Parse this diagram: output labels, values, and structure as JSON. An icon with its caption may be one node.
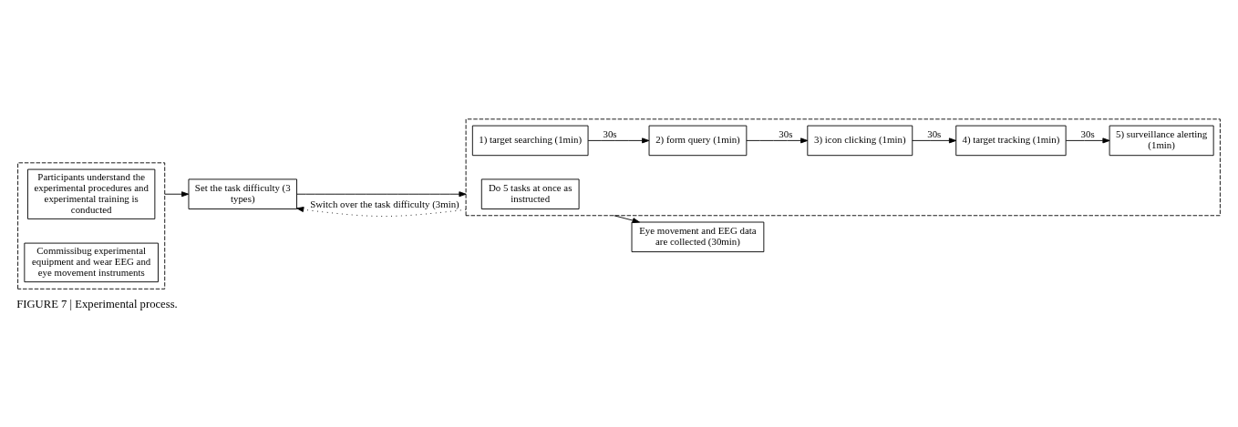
{
  "diagram": {
    "caption": "FIGURE 7 | Experimental process.",
    "nodes": [
      {
        "text": [],
        "shape": "box"
      },
      {
        "text": [
          "Participants understand the experimental procedures and experimental training is conducted"
        ],
        "in": 0
      },
      {
        "text": [
          "Commissibug experimental equipment and wear EEG and eye movement instruments"
        ],
        "in": 0
      },
      {
        "text": [
          "Set the task difficulty (3 types)"
        ]
      },
      {
        "text": [],
        "shape": "box"
      },
      {
        "text": [
          "Do 5 tasks at once as instructed"
        ],
        "in": 4
      },
      {
        "text": [
          "1) target searching (1min)"
        ],
        "in": 4
      },
      {
        "text": [
          "2) form query (1min)"
        ],
        "in": 4
      },
      {
        "text": [
          "3) icon clicking (1min)"
        ],
        "in": 4
      },
      {
        "text": [
          "4) target tracking (1min)"
        ],
        "in": 4
      },
      {
        "text": [
          "5) surveillance alerting (1min)"
        ],
        "in": 4
      },
      {
        "text": [
          "Eye movement and EEG data are collected (30min)"
        ]
      }
    ],
    "edges": [
      {
        "from": 0,
        "to": 3,
        "arrow": "to"
      },
      {
        "from": 3,
        "to": 4,
        "arrow": "to"
      },
      {
        "from": 4,
        "to": 11,
        "arrow": "to"
      },
      {
        "from": 4,
        "to": 3,
        "arrow": "to",
        "label": "Switch over the task difficulty (3min)",
        "style": "dashed"
      },
      {
        "from": 6,
        "to": 7,
        "arrow": "to",
        "label": "30s"
      },
      {
        "from": 7,
        "to": 8,
        "arrow": "to",
        "label": "30s"
      },
      {
        "from": 8,
        "to": 9,
        "arrow": "to",
        "label": "30s"
      },
      {
        "from": 9,
        "to": 10,
        "arrow": "to",
        "label": "30s"
      }
    ]
  }
}
